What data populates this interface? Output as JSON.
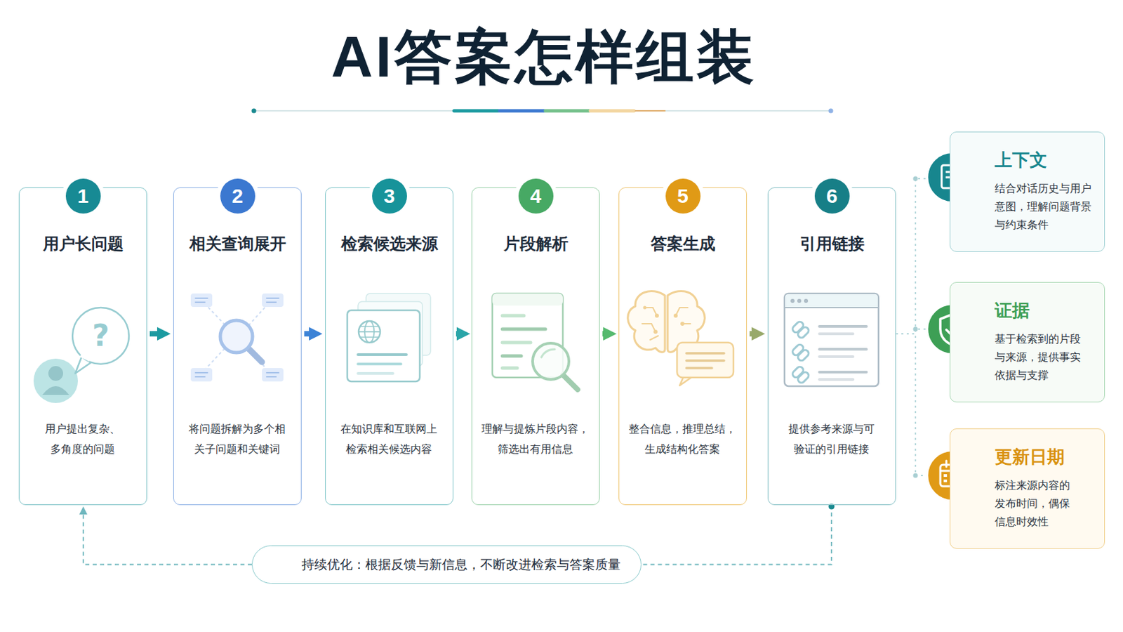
{
  "diagram": {
    "title": "AI答案怎样组装",
    "nodes": [
      {
        "text": [
          "用户长问题",
          "用户提出复杂、多角度的问题"
        ]
      },
      {
        "text": [
          "1"
        ],
        "in": 0
      },
      {
        "text": [
          "相关查询展开",
          "将问题拆解为多个相关子问题和关键词"
        ]
      },
      {
        "text": [
          "2"
        ],
        "in": 2
      },
      {
        "text": [
          "检索候选来源",
          "在知识库和互联网上检索相关候选内容"
        ]
      },
      {
        "text": [
          "3"
        ],
        "in": 4
      },
      {
        "text": [
          "片段解析",
          "理解与提炼片段内容，筛选出有用信息"
        ]
      },
      {
        "text": [
          "4"
        ],
        "in": 6
      },
      {
        "text": [
          "答案生成",
          "整合信息，推理总结，生成结构化答案"
        ]
      },
      {
        "text": [
          "5"
        ],
        "in": 8
      },
      {
        "text": [
          "引用链接",
          "提供参考来源与可验证的引用链接"
        ]
      },
      {
        "text": [
          "6"
        ],
        "in": 10
      },
      {
        "text": [
          "上下文",
          "结合对话历史与用户意图，理解问题背景与约束条件"
        ]
      },
      {
        "text": [
          "证据",
          "基于检索到的片段与来源，提供事实依据与支撑"
        ]
      },
      {
        "text": [
          "更新日期",
          "标注来源内容的发布时间，偶保信息时效性"
        ]
      },
      {
        "text": [
          "持续优化：根据反馈与新信息，不断改进检索与答案质量"
        ]
      }
    ],
    "edges": [
      {
        "from": 0,
        "to": 2,
        "arrow": "to"
      },
      {
        "from": 2,
        "to": 4,
        "arrow": "to"
      },
      {
        "from": 4,
        "to": 6,
        "arrow": "to"
      },
      {
        "from": 6,
        "to": 8,
        "arrow": "to"
      },
      {
        "from": 8,
        "to": 10,
        "arrow": "to"
      },
      {
        "from": 10,
        "to": 12,
        "arrow": "none"
      },
      {
        "from": 10,
        "to": 13,
        "arrow": "none"
      },
      {
        "from": 10,
        "to": 14,
        "arrow": "none"
      },
      {
        "from": 10,
        "to": 15,
        "arrow": "none"
      },
      {
        "from": 15,
        "to": 0,
        "arrow": "to"
      }
    ],
    "labels": [
      "?"
    ]
  }
}
